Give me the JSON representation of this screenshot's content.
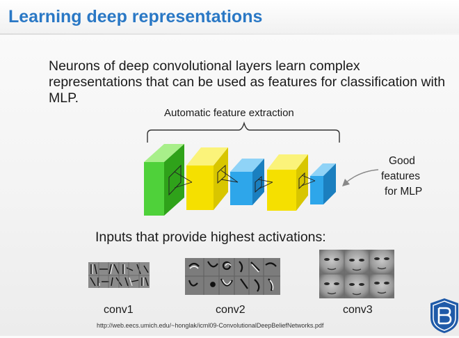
{
  "slide": {
    "title": "Learning deep representations",
    "body": "Neurons of deep convolutional layers learn complex representations that can be used as features for classification with MLP.",
    "brace_label": "Automatic feature extraction",
    "side_label_lines": [
      "Good",
      "features",
      "for MLP"
    ],
    "inputs_heading": "Inputs that provide highest activations:",
    "conv_labels": [
      "conv1",
      "conv2",
      "conv3"
    ],
    "source_url": "http://web.eecs.umich.edu/~honglak/icml09-ConvolutionalDeepBeliefNetworks.pdf"
  },
  "colors": {
    "title": "#2a78c5",
    "layer_green": "#4fd13a",
    "layer_yellow": "#f5e000",
    "layer_blue": "#2ea6ea",
    "logo": "#1f5aa8"
  },
  "icons": {
    "logo": "university-logo"
  }
}
